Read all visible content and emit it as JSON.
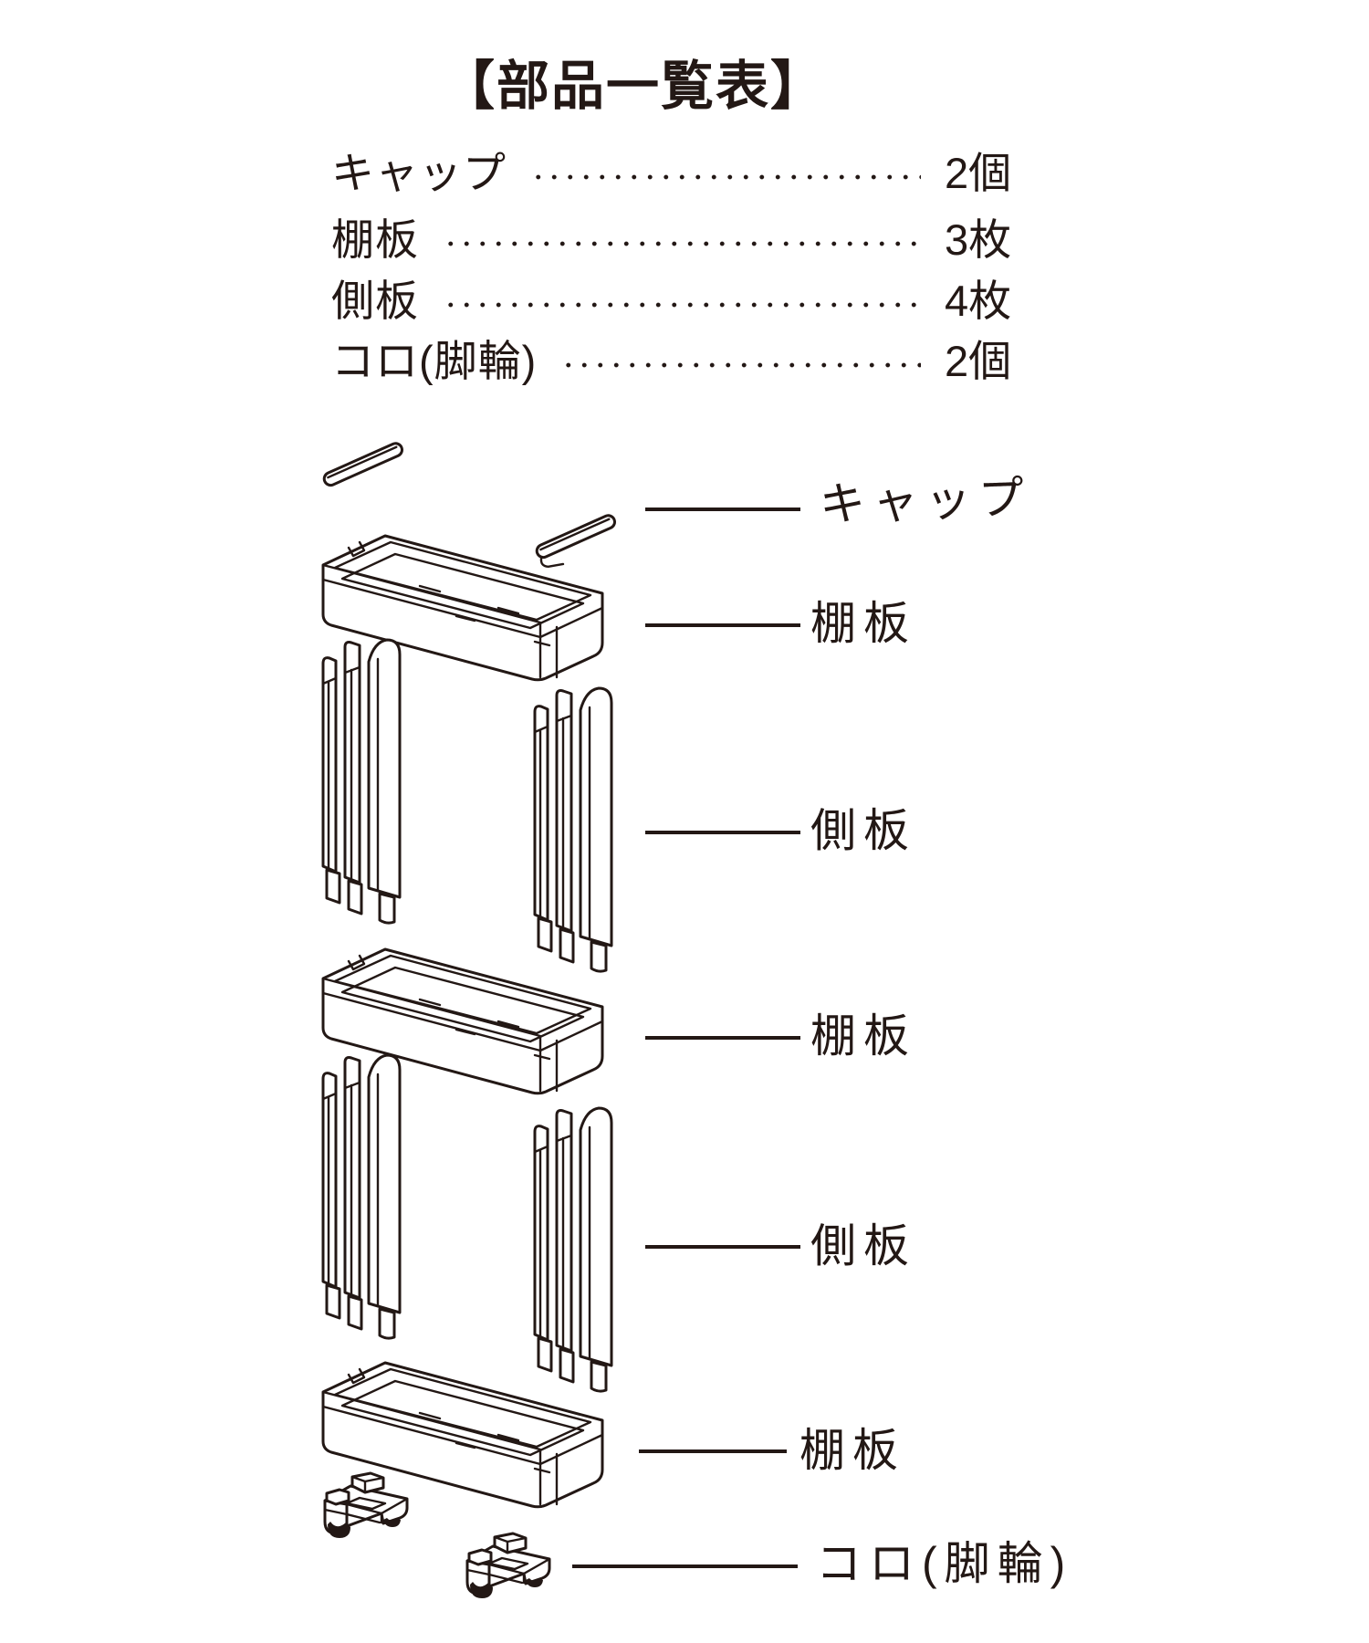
{
  "title": "【部品一覧表】",
  "colors": {
    "ink": "#231815",
    "background": "#ffffff"
  },
  "parts_list": {
    "rows": [
      {
        "name": "キャップ",
        "count": "2個"
      },
      {
        "name": "棚板",
        "count": "3枚"
      },
      {
        "name": "側板",
        "count": "4枚"
      },
      {
        "name": "コロ(脚輪)",
        "count": "2個"
      }
    ]
  },
  "diagram": {
    "callouts": [
      {
        "part": "cap",
        "label": "キャップ"
      },
      {
        "part": "shelf-board",
        "label": "棚板"
      },
      {
        "part": "side-panel",
        "label": "側板"
      },
      {
        "part": "shelf-board",
        "label": "棚板"
      },
      {
        "part": "side-panel",
        "label": "側板"
      },
      {
        "part": "shelf-board",
        "label": "棚板"
      },
      {
        "part": "caster",
        "label": "コロ(脚輪)"
      }
    ]
  }
}
